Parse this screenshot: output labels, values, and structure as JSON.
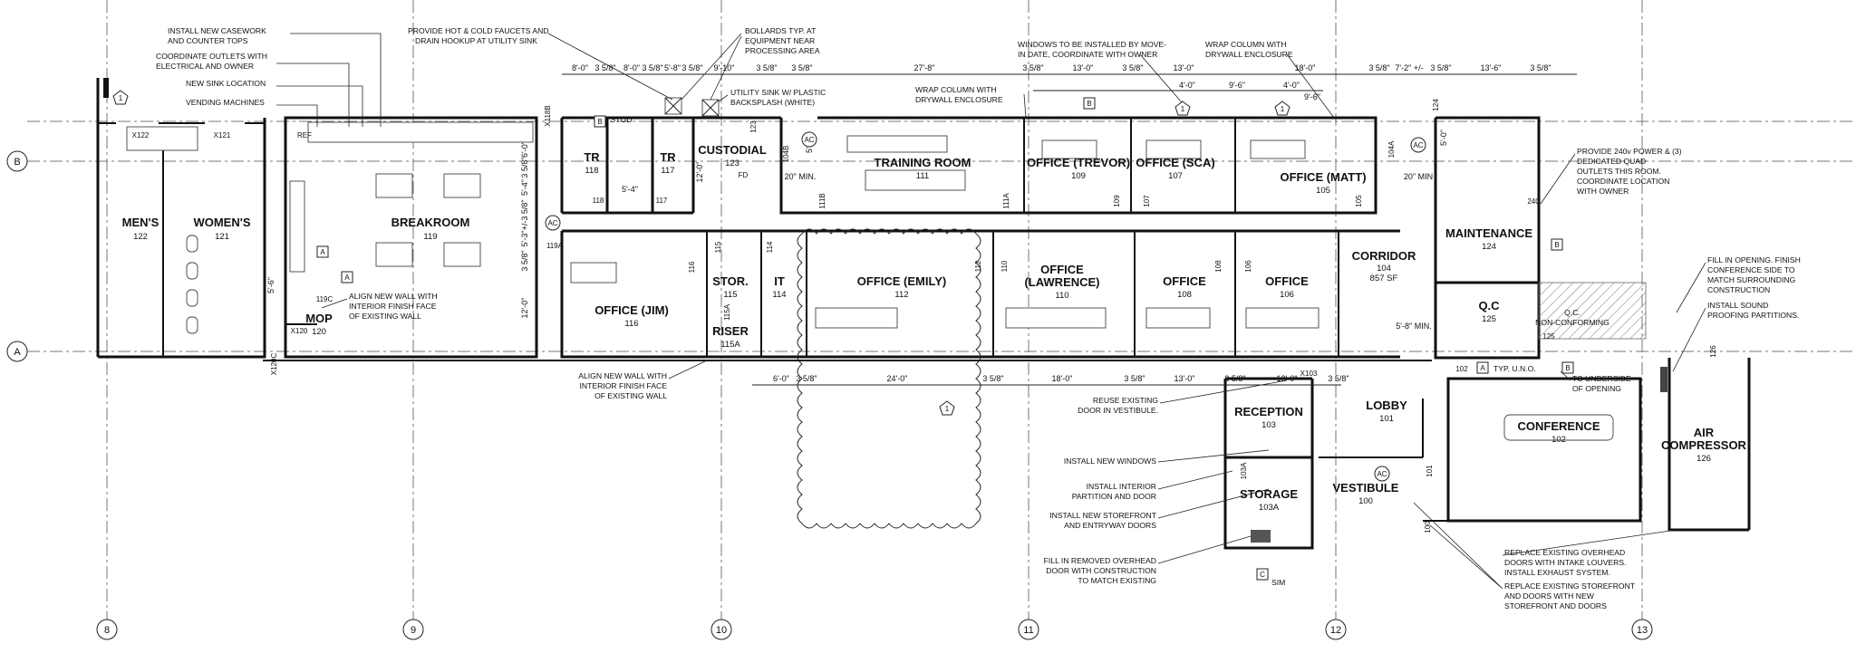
{
  "rooms": [
    {
      "name": "MEN'S",
      "number": "122"
    },
    {
      "name": "WOMEN'S",
      "number": "121"
    },
    {
      "name": "BREAKROOM",
      "number": "119"
    },
    {
      "name": "MOP",
      "number": "120"
    },
    {
      "name": "TR",
      "number": "118"
    },
    {
      "name": "TR",
      "number": "117"
    },
    {
      "name": "CUSTODIAL",
      "number": "123"
    },
    {
      "name": "TRAINING ROOM",
      "number": "111"
    },
    {
      "name": "OFFICE (TREVOR)",
      "number": "109"
    },
    {
      "name": "OFFICE (SCA)",
      "number": "107"
    },
    {
      "name": "OFFICE (MATT)",
      "number": "105"
    },
    {
      "name": "MAINTENANCE",
      "number": "124"
    },
    {
      "name": "Q.C",
      "number": "125"
    },
    {
      "name": "OFFICE (JIM)",
      "number": "116"
    },
    {
      "name": "STOR.",
      "number": "115"
    },
    {
      "name": "RISER",
      "number": "115A"
    },
    {
      "name": "IT",
      "number": "114"
    },
    {
      "name": "OFFICE (EMILY)",
      "number": "112"
    },
    {
      "name": "OFFICE",
      "number": "110",
      "name2": "(LAWRENCE)"
    },
    {
      "name": "OFFICE",
      "number": "108"
    },
    {
      "name": "OFFICE",
      "number": "106"
    },
    {
      "name": "CORRIDOR",
      "number": "104",
      "area": "857 SF"
    },
    {
      "name": "LOBBY",
      "number": "101"
    },
    {
      "name": "RECEPTION",
      "number": "103"
    },
    {
      "name": "STORAGE",
      "number": "103A"
    },
    {
      "name": "VESTIBULE",
      "number": "100"
    },
    {
      "name": "CONFERENCE",
      "number": "102"
    },
    {
      "name": "AIR",
      "number": "126",
      "name2": "COMPRESSOR"
    }
  ],
  "notes_left": [
    "INSTALL NEW CASEWORK",
    "AND COUNTER TOPS",
    "COORDINATE OUTLETS WITH",
    "ELECTRICAL AND OWNER",
    "NEW SINK LOCATION",
    "VENDING MACHINES",
    "ALIGN NEW WALL WITH",
    "INTERIOR FINISH FACE",
    "OF EXISTING WALL"
  ],
  "notes_top": [
    "PROVIDE HOT & COLD FAUCETS AND",
    "DRAIN HOOKUP AT UTILITY SINK",
    "BOLLARDS TYP. AT",
    "EQUIPMENT NEAR",
    "PROCESSING AREA",
    "UTILITY SINK W/ PLASTIC",
    "BACKSPLASH (WHITE)",
    "WRAP COLUMN WITH",
    "DRYWALL ENCLOSURE",
    "WINDOWS TO BE INSTALLED BY MOVE-",
    "IN DATE, COORDINATE WITH OWNER",
    "WRAP COLUMN WITH",
    "DRYWALL ENCLOSURE"
  ],
  "notes_right": [
    "PROVIDE 240v POWER & (3)",
    "DEDICATED QUAD",
    "OUTLETS THIS ROOM.",
    "COORDINATE LOCATION",
    "WITH OWNER",
    "FILL IN OPENING. FINISH",
    "CONFERENCE SIDE TO",
    "MATCH SURROUNDING",
    "CONSTRUCTION",
    "INSTALL SOUND",
    "PROOFING PARTITIONS.",
    "Q.C.",
    "NON-CONFORMING",
    "TO UNDERSIDE",
    "OF OPENING",
    "TYP. U.N.O."
  ],
  "notes_bottom": [
    "ALIGN NEW WALL WITH",
    "INTERIOR FINISH FACE",
    "OF EXISTING WALL",
    "REUSE EXISTING",
    "DOOR IN VESTIBULE.",
    "INSTALL NEW WINDOWS",
    "INSTALL INTERIOR",
    "PARTITION AND DOOR",
    "INSTALL NEW STOREFRONT",
    "AND ENTRYWAY DOORS",
    "FILL IN REMOVED OVERHEAD",
    "DOOR WITH CONSTRUCTION",
    "TO MATCH EXISTING",
    "REPLACE EXISTING OVERHEAD",
    "DOORS WITH INTAKE LOUVERS.",
    "INSTALL EXHAUST SYSTEM.",
    "REPLACE EXISTING STOREFRONT",
    "AND DOORS WITH NEW",
    "STOREFRONT AND DOORS",
    "SIM"
  ],
  "dims_top": [
    "8'-0\"",
    "3 5/8\"",
    "8'-0\"",
    "3 5/8\"",
    "5'-8\"",
    "3 5/8\"",
    "9'-10\"",
    "3 5/8\"",
    "3 5/8\"",
    "27'-8\"",
    "3 5/8\"",
    "13'-0\"",
    "3 5/8\"",
    "13'-0\"",
    "18'-0\"",
    "3 5/8\"",
    "7'-2\" +/-",
    "3 5/8\"",
    "13'-6\"",
    "3 5/8\"",
    "4'-0\"",
    "9'-6\"",
    "4'-0\"",
    "9'-6\""
  ],
  "dims_bottom": [
    "6'-0\"",
    "3 5/8\"",
    "24'-0\"",
    "3 5/8\"",
    "18'-0\"",
    "3 5/8\"",
    "13'-0\"",
    "3 5/8\"",
    "13'-0\"",
    "3 5/8\""
  ],
  "dims_misc": [
    "6\" STUD",
    "5'-4\"",
    "12'-0\"",
    "20\" MIN.",
    "5'-0\"",
    "20\" MIN",
    "5'-8\" MIN.",
    "5'-0\"",
    "5'-6\"",
    "12'-0\"",
    "6'-0\"",
    "3 5/8\"",
    "5'-4\"",
    "3 5/8\"",
    "5'-3\"+/-",
    "3 5/8\""
  ],
  "door_tags": [
    "X122",
    "X121",
    "REF",
    "X118B",
    "119A",
    "119C",
    "X120",
    "X120C",
    "118",
    "117",
    "104B",
    "111B",
    "111A",
    "109",
    "107",
    "105",
    "104A",
    "116",
    "115",
    "115A",
    "114",
    "112",
    "110",
    "108",
    "106",
    "123",
    "124",
    "240",
    "125",
    "102",
    "X103",
    "103A",
    "101",
    "100",
    "126",
    "FD"
  ],
  "ref_tags": [
    "A",
    "A",
    "AC",
    "AC",
    "AC",
    "AC",
    "B",
    "B",
    "B",
    "B",
    "A",
    "C",
    "1",
    "1",
    "1",
    "1",
    "1"
  ],
  "grid_labels": [
    "8",
    "9",
    "10",
    "11",
    "12",
    "13",
    "B",
    "A"
  ]
}
